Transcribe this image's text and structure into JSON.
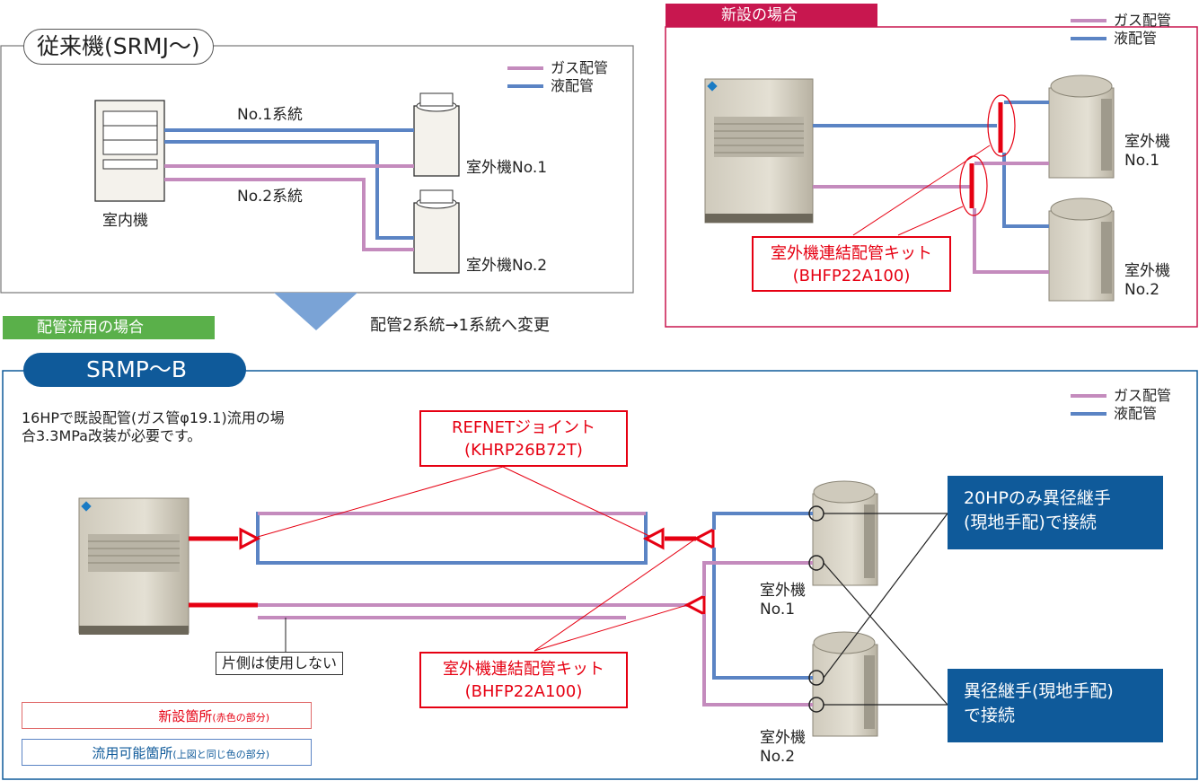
{
  "legend": {
    "gas": "ガス配管",
    "liquid": "液配管"
  },
  "colors": {
    "gas": "#c48bbd",
    "liquid": "#5b84c4",
    "new": "#e60012",
    "navy": "#0f5a9a",
    "green": "#5ab04a",
    "magenta_frame": "#c8174f"
  },
  "top_left": {
    "title": "従来機(SRMJ〜)",
    "indoor_label": "室内機",
    "system1": "No.1系統",
    "system2": "No.2系統",
    "outdoor1": "室外機No.1",
    "outdoor2": "室外機No.2"
  },
  "top_right": {
    "tag": "新設の場合",
    "kit_line1": "室外機連結配管キット",
    "kit_line2": "(BHFP22A100)",
    "out1_line1": "室外機",
    "out1_line2": "No.1",
    "out2_line1": "室外機",
    "out2_line2": "No.2"
  },
  "middle": {
    "tag": "配管流用の場合",
    "change_text": "配管2系統→1系統へ変更"
  },
  "bottom": {
    "title": "SRMP〜B",
    "note_line1": "16HPで既設配管(ガス管φ19.1)流用の場",
    "note_line2": "合3.3MPa改装が必要です。",
    "refnet_line1": "REFNETジョイント",
    "refnet_line2": "(KHRP26B72T)",
    "kit_line1": "室外機連結配管キット",
    "kit_line2": "(BHFP22A100)",
    "unused": "片側は使用しない",
    "out1_line1": "室外機",
    "out1_line2": "No.1",
    "out2_line1": "室外機",
    "out2_line2": "No.2",
    "note20_line1": "20HPのみ異径継手",
    "note20_line2": "(現地手配)で接続",
    "noteb_line1": "異径継手(現地手配)",
    "noteb_line2": "で接続",
    "key_new": "新設箇所",
    "key_new_sub": "(赤色の部分)",
    "key_reuse": "流用可能箇所",
    "key_reuse_sub": "(上図と同じ色の部分)"
  }
}
